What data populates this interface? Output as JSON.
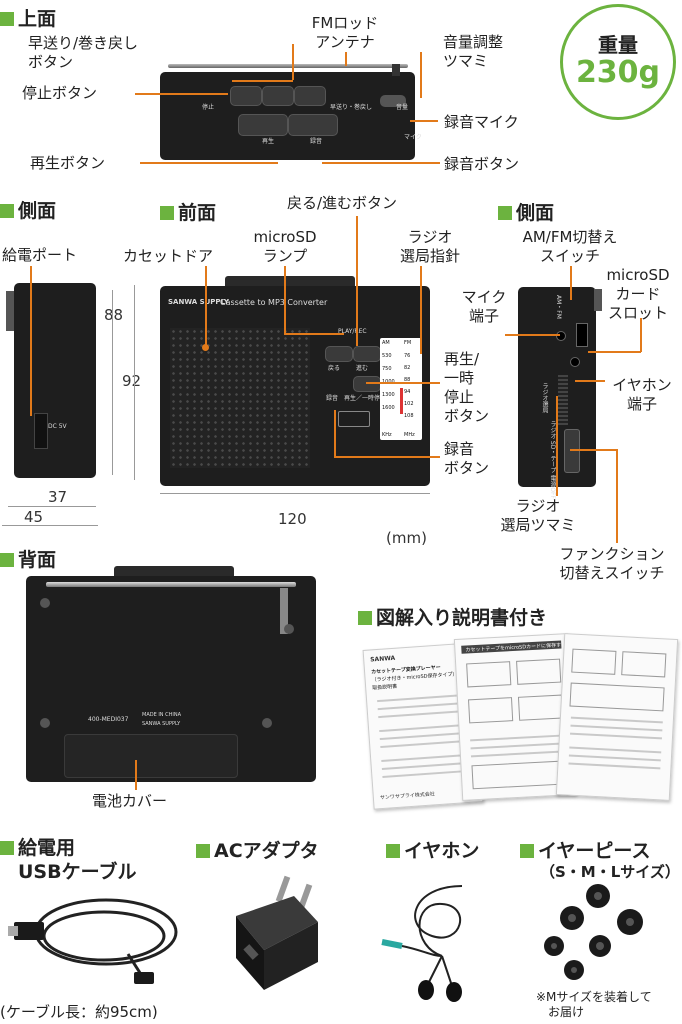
{
  "sections": {
    "top": "上面",
    "side_left": "側面",
    "front": "前面",
    "side_right": "側面",
    "back": "背面",
    "manual": "図解入り説明書付き",
    "usb_line1": "給電用",
    "usb_line2": "USBケーブル",
    "ac": "ACアダプタ",
    "earphone": "イヤホン",
    "earpiece": "イヤーピース",
    "earpiece_sizes": "（S・M・Lサイズ）"
  },
  "weight": {
    "label": "重量",
    "value": "230g"
  },
  "top_labels": {
    "ff_line1": "早送り/巻き戻し",
    "ff_line2": "ボタン",
    "antenna_line1": "FMロッド",
    "antenna_line2": "アンテナ",
    "volume_line1": "音量調整",
    "volume_line2": "ツマミ",
    "stop": "停止ボタン",
    "mic": "録音マイク",
    "play": "再生ボタン",
    "rec": "録音ボタン"
  },
  "device_print": {
    "stop": "停止",
    "ffrew": "早送り・巻戻し",
    "vol": "音量",
    "mic": "マイク",
    "play": "再生",
    "rec": "録音",
    "brand": "SANWA SUPPLY",
    "model": "Cassette to MP3 Converter",
    "playrec": "PLAY/REC",
    "back_btn": "戻る",
    "next_btn": "進む",
    "rec_btn": "録音",
    "pause_btn": "再生／一時停止",
    "dc": "DC 5V",
    "back_model": "400-MEDI037",
    "made": "MADE IN CHINA",
    "back_brand": "SANWA SUPPLY",
    "am": "AM",
    "fm": "FM",
    "khz": "KHz",
    "mhz": "MHz",
    "am_scale": [
      "530",
      "750",
      "1000",
      "1300",
      "1600"
    ],
    "fm_scale": [
      "76",
      "82",
      "88",
      "94",
      "102",
      "108"
    ],
    "amfm": "AM・FM",
    "radio_sel": "ラジオ選局",
    "mode": "ラジオ SD・テープ 電源OFF"
  },
  "left_side": {
    "port": "給電ポート",
    "h88": "88",
    "h92": "92",
    "w37": "37",
    "w45": "45"
  },
  "front_labels": {
    "door": "カセットドア",
    "lamp_line1": "microSD",
    "lamp_line2": "ランプ",
    "backnext": "戻る/進むボタン",
    "pointer_line1": "ラジオ",
    "pointer_line2": "選局指針",
    "pause_line1": "再生/",
    "pause_line2": "一時",
    "pause_line3": "停止",
    "pause_line4": "ボタン",
    "rec_line1": "録音",
    "rec_line2": "ボタン",
    "w120": "120",
    "unit": "(mm)"
  },
  "right_labels": {
    "switch_line1": "AM/FM切替え",
    "switch_line2": "スイッチ",
    "mic_line1": "マイク",
    "mic_line2": "端子",
    "sd_line1": "microSD",
    "sd_line2": "カード",
    "sd_line3": "スロット",
    "ear_line1": "イヤホン",
    "ear_line2": "端子",
    "tune_line1": "ラジオ",
    "tune_line2": "選局ツマミ",
    "func_line1": "ファンクション",
    "func_line2": "切替えスイッチ"
  },
  "back_labels": {
    "battery": "電池カバー"
  },
  "cable_length": "(ケーブル長：約95cm)",
  "m_note_line1": "※Mサイズを装着して",
  "m_note_line2": "お届け",
  "manual_sheet": {
    "brand": "SANWA",
    "title1": "カセットテープ変換プレーヤー",
    "title2": "（ラジオ付き・microSD保存タイプ）",
    "title3": "取扱説明書",
    "maker": "サンワサプライ株式会社",
    "p2": "カセットテープをmicroSDカードに保存する"
  },
  "colors": {
    "accent": "#6cb33f",
    "leader": "#e27a1a",
    "device": "#1e1e1e"
  }
}
